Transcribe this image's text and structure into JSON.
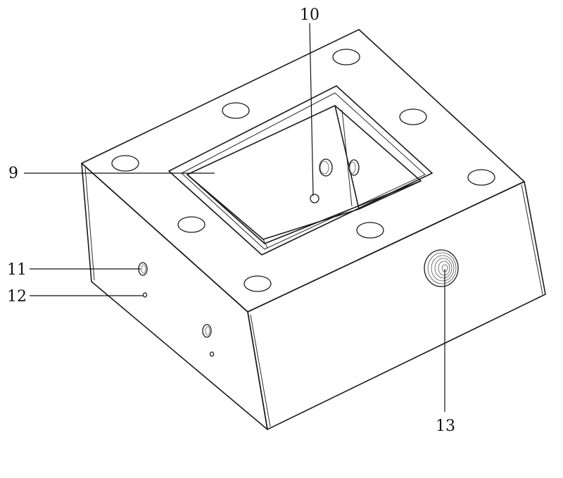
{
  "figure": {
    "labels": [
      {
        "id": "label-9",
        "text": "9"
      },
      {
        "id": "label-10",
        "text": "10"
      },
      {
        "id": "label-11",
        "text": "11"
      },
      {
        "id": "label-12",
        "text": "12"
      },
      {
        "id": "label-13",
        "text": "13"
      }
    ]
  }
}
